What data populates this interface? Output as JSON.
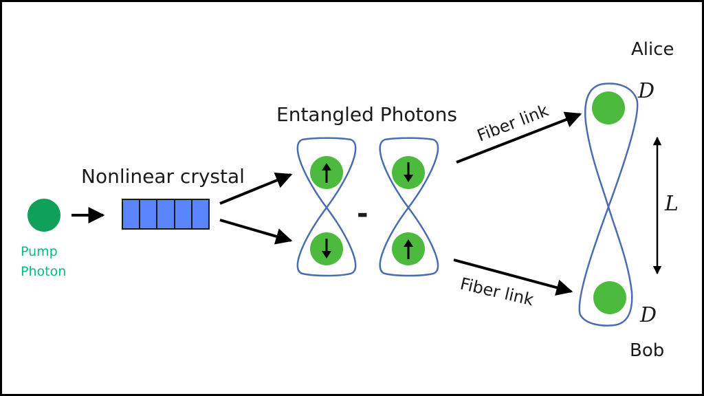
{
  "labels": {
    "pump_line1": "Pump",
    "pump_line2": "Photon",
    "crystal": "Nonlinear crystal",
    "entangled": "Entangled Photons",
    "minus": "-",
    "fiber_top": "Fiber link",
    "fiber_bottom": "Fiber link",
    "alice": "Alice",
    "bob": "Bob",
    "detector_top": "D",
    "detector_bottom": "D",
    "distance": "L"
  },
  "colors": {
    "pump_photon": "#0fa05a",
    "pump_text": "#00c07a",
    "crystal_fill": "#5b85ff",
    "crystal_stroke": "#1a1a1a",
    "photon": "#4cbb3d",
    "loop_stroke": "#4a6cb0",
    "arrow": "#000000"
  },
  "icons": {
    "spin_up": "arrow-up-icon",
    "spin_down": "arrow-down-icon"
  }
}
